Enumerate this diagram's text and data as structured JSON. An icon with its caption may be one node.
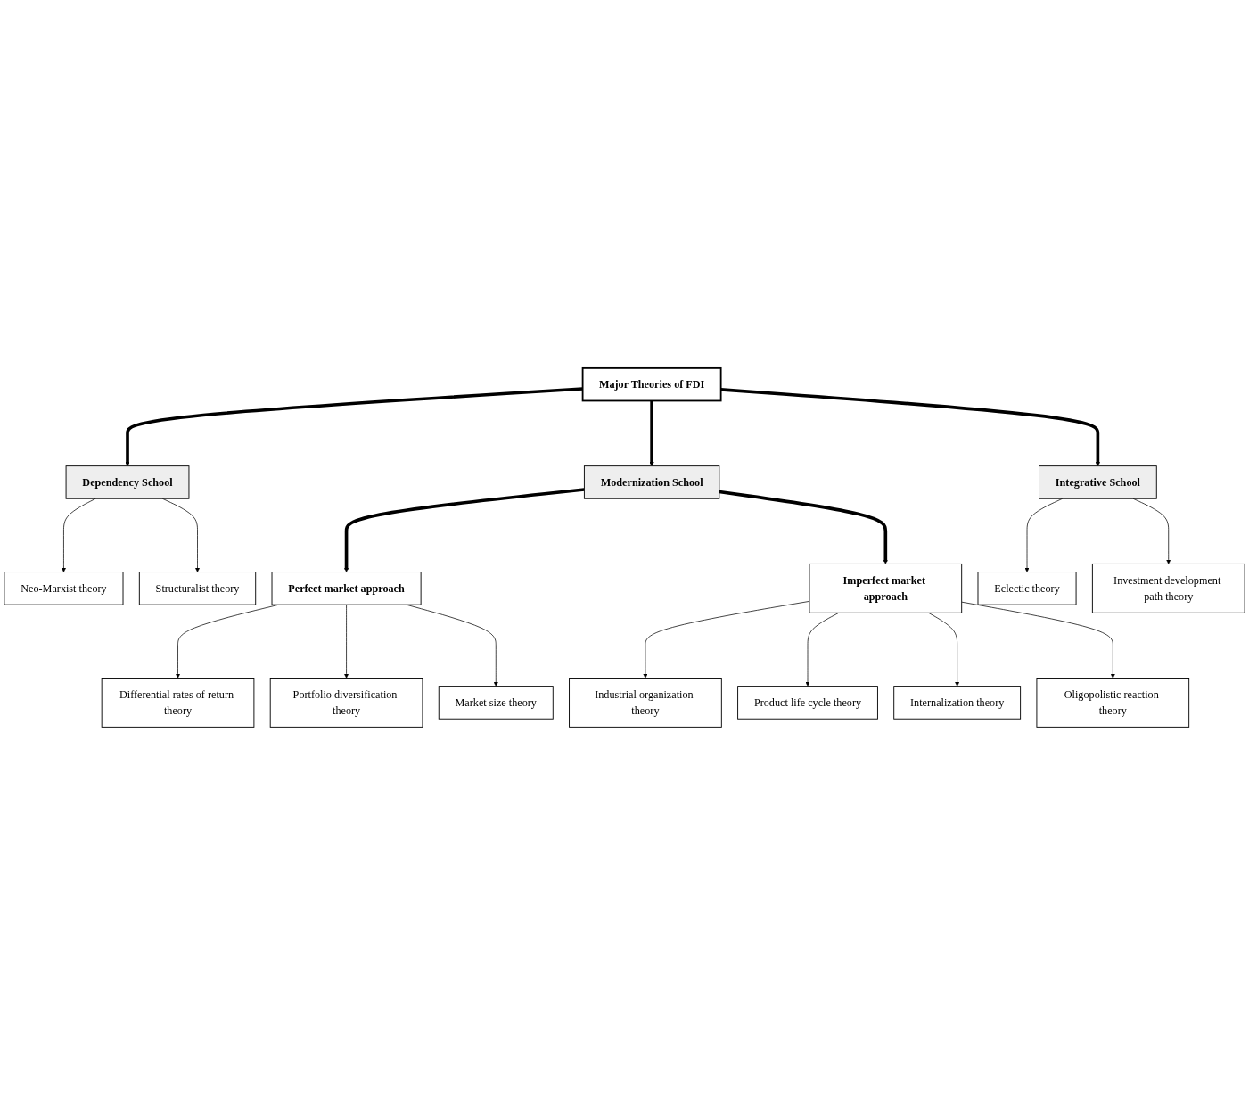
{
  "diagram": {
    "nodes": [
      {
        "text": [
          "Major Theories of FDI"
        ]
      },
      {
        "text": [
          "Dependency School"
        ]
      },
      {
        "text": [
          "Modernization School"
        ]
      },
      {
        "text": [
          "Integrative School"
        ]
      },
      {
        "text": [
          "Neo-Marxist theory"
        ]
      },
      {
        "text": [
          "Structuralist theory"
        ]
      },
      {
        "text": [
          "Perfect market approach"
        ]
      },
      {
        "text": [
          "Imperfect market approach"
        ]
      },
      {
        "text": [
          "Eclectic theory"
        ]
      },
      {
        "text": [
          "Investment development path theory"
        ]
      },
      {
        "text": [
          "Differential rates of return theory"
        ]
      },
      {
        "text": [
          "Portfolio diversification theory"
        ]
      },
      {
        "text": [
          "Market size theory"
        ]
      },
      {
        "text": [
          "Industrial organization theory"
        ]
      },
      {
        "text": [
          "Product life cycle theory"
        ]
      },
      {
        "text": [
          "Internalization theory"
        ]
      },
      {
        "text": [
          "Oligopolistic reaction theory"
        ]
      }
    ],
    "edges": [
      {
        "from": 0,
        "to": 1,
        "arrow": "to",
        "style": "thick"
      },
      {
        "from": 0,
        "to": 2,
        "arrow": "to",
        "style": "thick"
      },
      {
        "from": 0,
        "to": 3,
        "arrow": "to",
        "style": "thick"
      },
      {
        "from": 1,
        "to": 4,
        "arrow": "to"
      },
      {
        "from": 1,
        "to": 5,
        "arrow": "to"
      },
      {
        "from": 2,
        "to": 6,
        "arrow": "to",
        "style": "thick"
      },
      {
        "from": 2,
        "to": 7,
        "arrow": "to",
        "style": "thick"
      },
      {
        "from": 3,
        "to": 8,
        "arrow": "to"
      },
      {
        "from": 3,
        "to": 9,
        "arrow": "to"
      },
      {
        "from": 6,
        "to": 10,
        "arrow": "to"
      },
      {
        "from": 6,
        "to": 11,
        "arrow": "to"
      },
      {
        "from": 6,
        "to": 12,
        "arrow": "to"
      },
      {
        "from": 7,
        "to": 13,
        "arrow": "to"
      },
      {
        "from": 7,
        "to": 14,
        "arrow": "to"
      },
      {
        "from": 7,
        "to": 15,
        "arrow": "to"
      },
      {
        "from": 7,
        "to": 16,
        "arrow": "to"
      }
    ]
  }
}
